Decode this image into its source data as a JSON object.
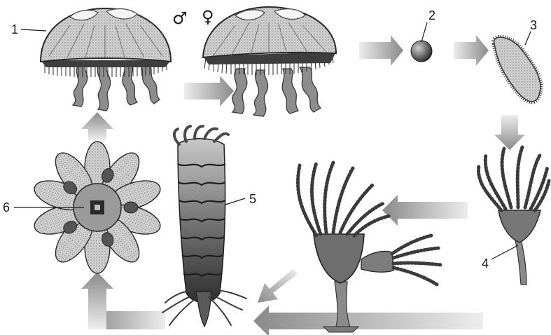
{
  "labels": {
    "stage1": "1",
    "stage2": "2",
    "stage3": "3",
    "stage4": "4",
    "stage5": "5",
    "stage6": "6"
  },
  "symbols": {
    "male": "♂",
    "female": "♀"
  },
  "colors": {
    "arrow_dark": "#8a8a8a",
    "arrow_light": "#ededed",
    "ink": "#1e1e1e",
    "body_mid": "#9a9a9a",
    "body_dark": "#555555",
    "body_light": "#d6d6d6"
  }
}
